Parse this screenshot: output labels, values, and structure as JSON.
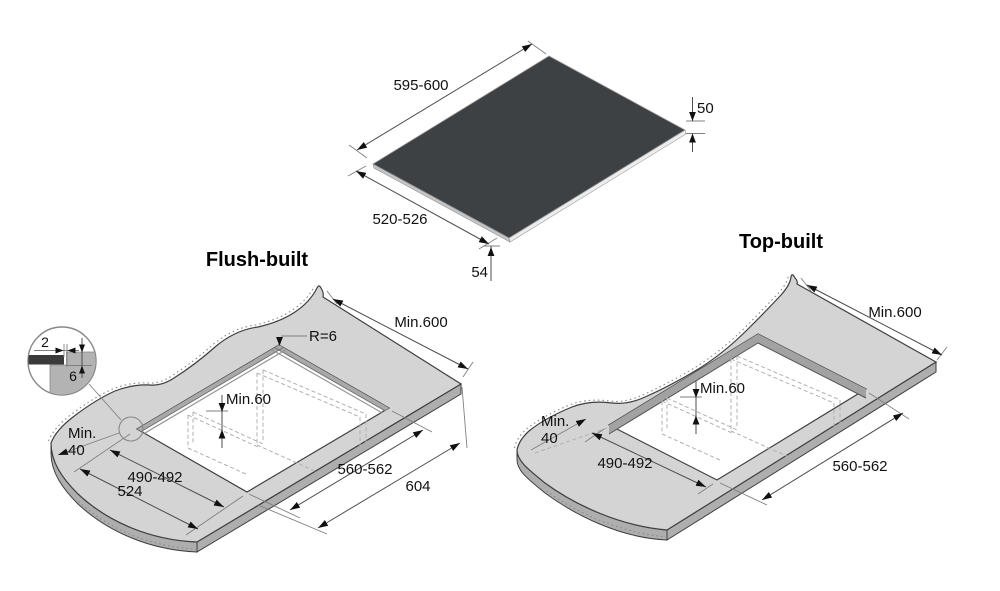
{
  "panel_view": {
    "labels": {
      "width": "595-600",
      "depth": "520-526",
      "thickness": "50",
      "front_height": "54"
    },
    "surface_color": "#3e4144"
  },
  "flush_view": {
    "title": "Flush-built",
    "labels": {
      "corner_radius": "R=6",
      "min_counter_depth": "Min.600",
      "min_clearance": "Min.60",
      "min_edge_line1": "Min.",
      "min_edge_line2": "40",
      "cutout_width": "490-492",
      "recess_width": "524",
      "cutout_length": "560-562",
      "recess_length": "604"
    },
    "detail": {
      "gap": "2",
      "depth": "6"
    }
  },
  "top_view": {
    "title": "Top-built",
    "labels": {
      "min_counter_depth": "Min.600",
      "min_clearance": "Min.60",
      "min_edge_line1": "Min.",
      "min_edge_line2": "40",
      "cutout_width": "490-492",
      "cutout_length": "560-562"
    }
  },
  "colors": {
    "worktop_surface": "#d4d4d4",
    "worktop_side": "#aeaeae",
    "recess_band": "#a9a9a9",
    "cutout_wall": "#a2a2a2",
    "panel_dark": "#3e4144",
    "dimension_line": "#4d4d4d"
  }
}
